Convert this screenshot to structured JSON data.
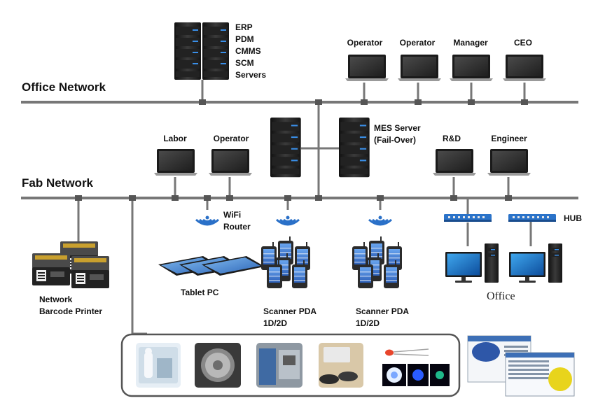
{
  "networks": {
    "office": "Office Network",
    "fab": "Fab Network"
  },
  "servers": {
    "enterprise_lines": [
      "ERP",
      "PDM",
      "CMMS",
      "SCM",
      "Servers"
    ],
    "mes_lines": [
      "MES Server",
      "(Fail-Over)"
    ]
  },
  "office_terminals": [
    "Operator",
    "Operator",
    "Manager",
    "CEO"
  ],
  "fab_terminals_left": [
    "Labor",
    "Operator"
  ],
  "fab_terminals_right": [
    "R&D",
    "Engineer"
  ],
  "devices": {
    "wifi_lines": [
      "WiFi",
      "Router"
    ],
    "printer_lines": [
      "Network",
      "Barcode Printer"
    ],
    "tablet": "Tablet PC",
    "scanner1_lines": [
      "Scanner PDA",
      "1D/2D"
    ],
    "scanner2_lines": [
      "Scanner PDA",
      "1D/2D"
    ],
    "hub": "HUB",
    "office": "Office"
  },
  "colors": {
    "network_line": "#777777",
    "server_body": "#2a2a2a",
    "server_light": "#3a8fe8",
    "wifi": "#2a70c8",
    "hub": "#2b73c9",
    "monitor_frame": "#1a1a1a",
    "monitor_screen": "#3b3b3b",
    "pda_screen": "#3f7fd8"
  },
  "icons": {
    "server": "server-tower-icon",
    "laptop": "laptop-icon",
    "wifi": "wifi-signal-icon",
    "printer": "barcode-printer-icon",
    "tablet": "tablet-icon",
    "pda": "scanner-pda-icon",
    "hub": "network-hub-icon",
    "desktop": "desktop-computer-icon"
  }
}
